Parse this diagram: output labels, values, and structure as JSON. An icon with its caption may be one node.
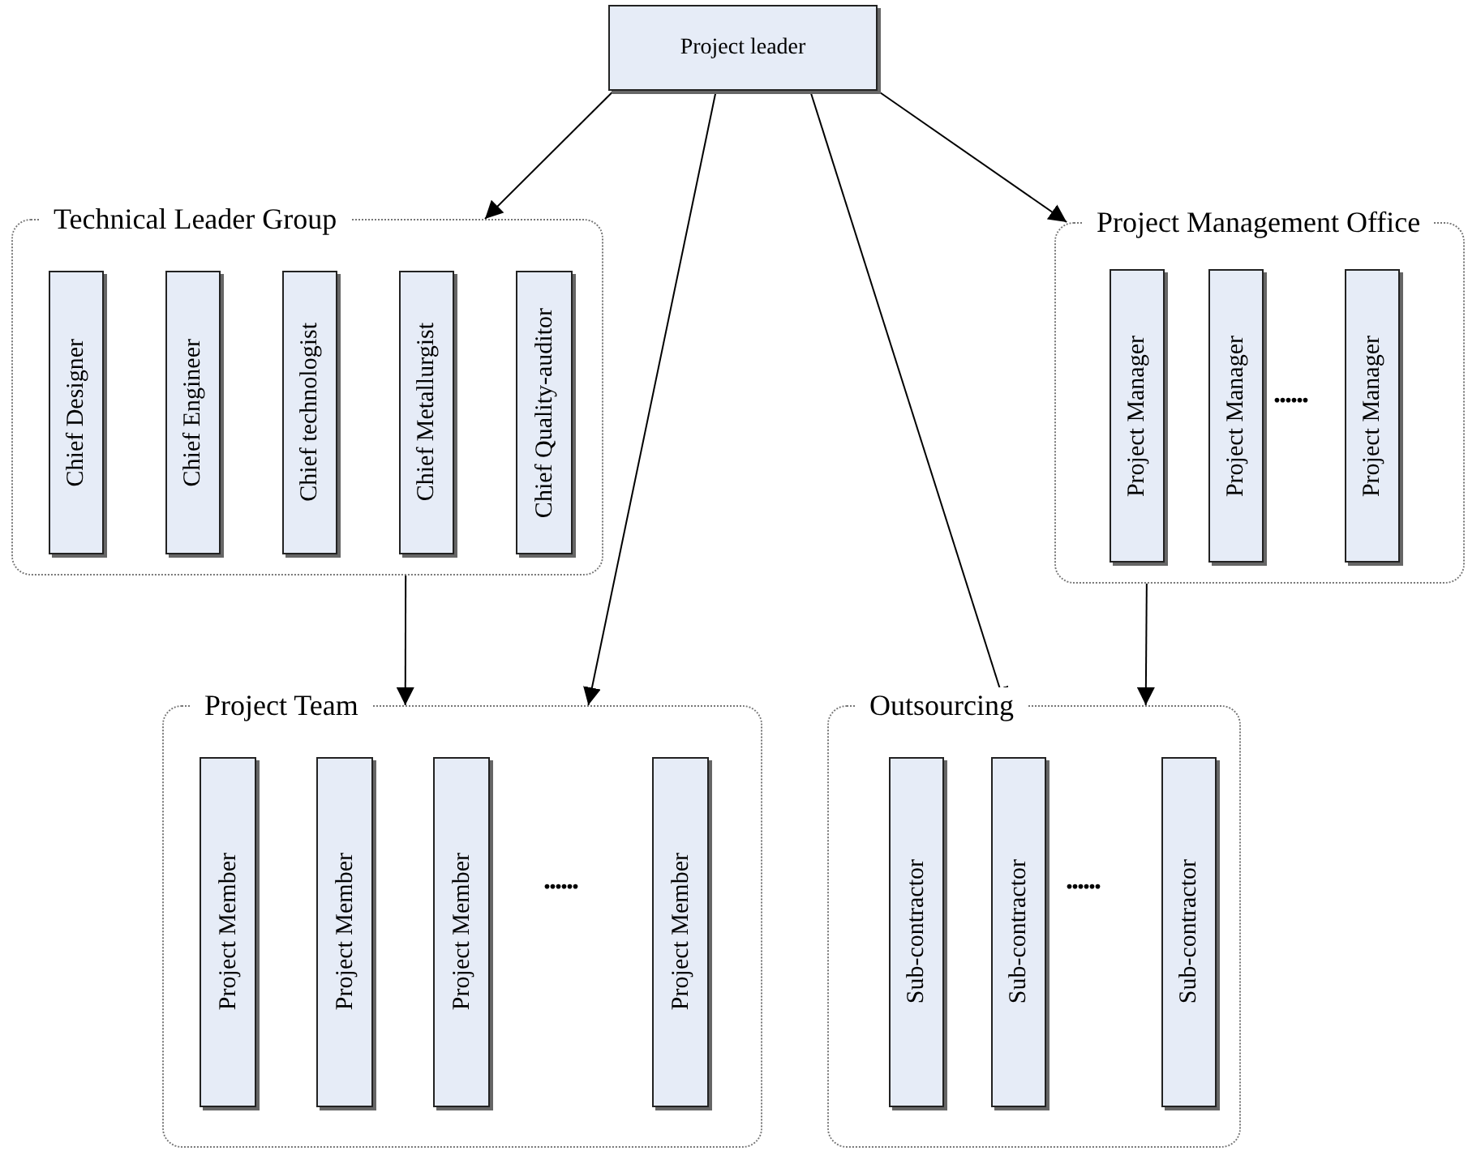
{
  "diagram": {
    "nodes": [
      {
        "text": [
          "Project leader"
        ]
      },
      {
        "text": [
          "Technical Leader Group"
        ]
      },
      {
        "text": [
          "Chief Designer"
        ],
        "in": 1
      },
      {
        "text": [
          "Chief Engineer"
        ],
        "in": 1
      },
      {
        "text": [
          "Chief technologist"
        ],
        "in": 1
      },
      {
        "text": [
          "Chief Metallurgist"
        ],
        "in": 1
      },
      {
        "text": [
          "Chief Quality-auditor"
        ],
        "in": 1
      },
      {
        "text": [
          "Project Management Office"
        ]
      },
      {
        "text": [
          "Project Manager"
        ],
        "in": 7
      },
      {
        "text": [
          "Project Manager"
        ],
        "in": 7
      },
      {
        "text": [
          "Project Manager"
        ],
        "in": 7
      },
      {
        "text": [
          "Project Team"
        ]
      },
      {
        "text": [
          "Project Member"
        ],
        "in": 11
      },
      {
        "text": [
          "Project Member"
        ],
        "in": 11
      },
      {
        "text": [
          "Project Member"
        ],
        "in": 11
      },
      {
        "text": [
          "Project Member"
        ],
        "in": 11
      },
      {
        "text": [
          "Outsourcing"
        ]
      },
      {
        "text": [
          "Sub-contractor"
        ],
        "in": 16
      },
      {
        "text": [
          "Sub-contractor"
        ],
        "in": 16
      },
      {
        "text": [
          "Sub-contractor"
        ],
        "in": 16
      }
    ],
    "edges": [
      {
        "from": 0,
        "to": 1,
        "arrow": "to"
      },
      {
        "from": 0,
        "to": 11,
        "arrow": "to"
      },
      {
        "from": 0,
        "to": 16,
        "arrow": "to"
      },
      {
        "from": 0,
        "to": 7,
        "arrow": "to"
      },
      {
        "from": 1,
        "to": 11,
        "arrow": "to"
      },
      {
        "from": 7,
        "to": 16,
        "arrow": "to"
      }
    ],
    "labels": [
      "......",
      "......",
      "......"
    ]
  }
}
